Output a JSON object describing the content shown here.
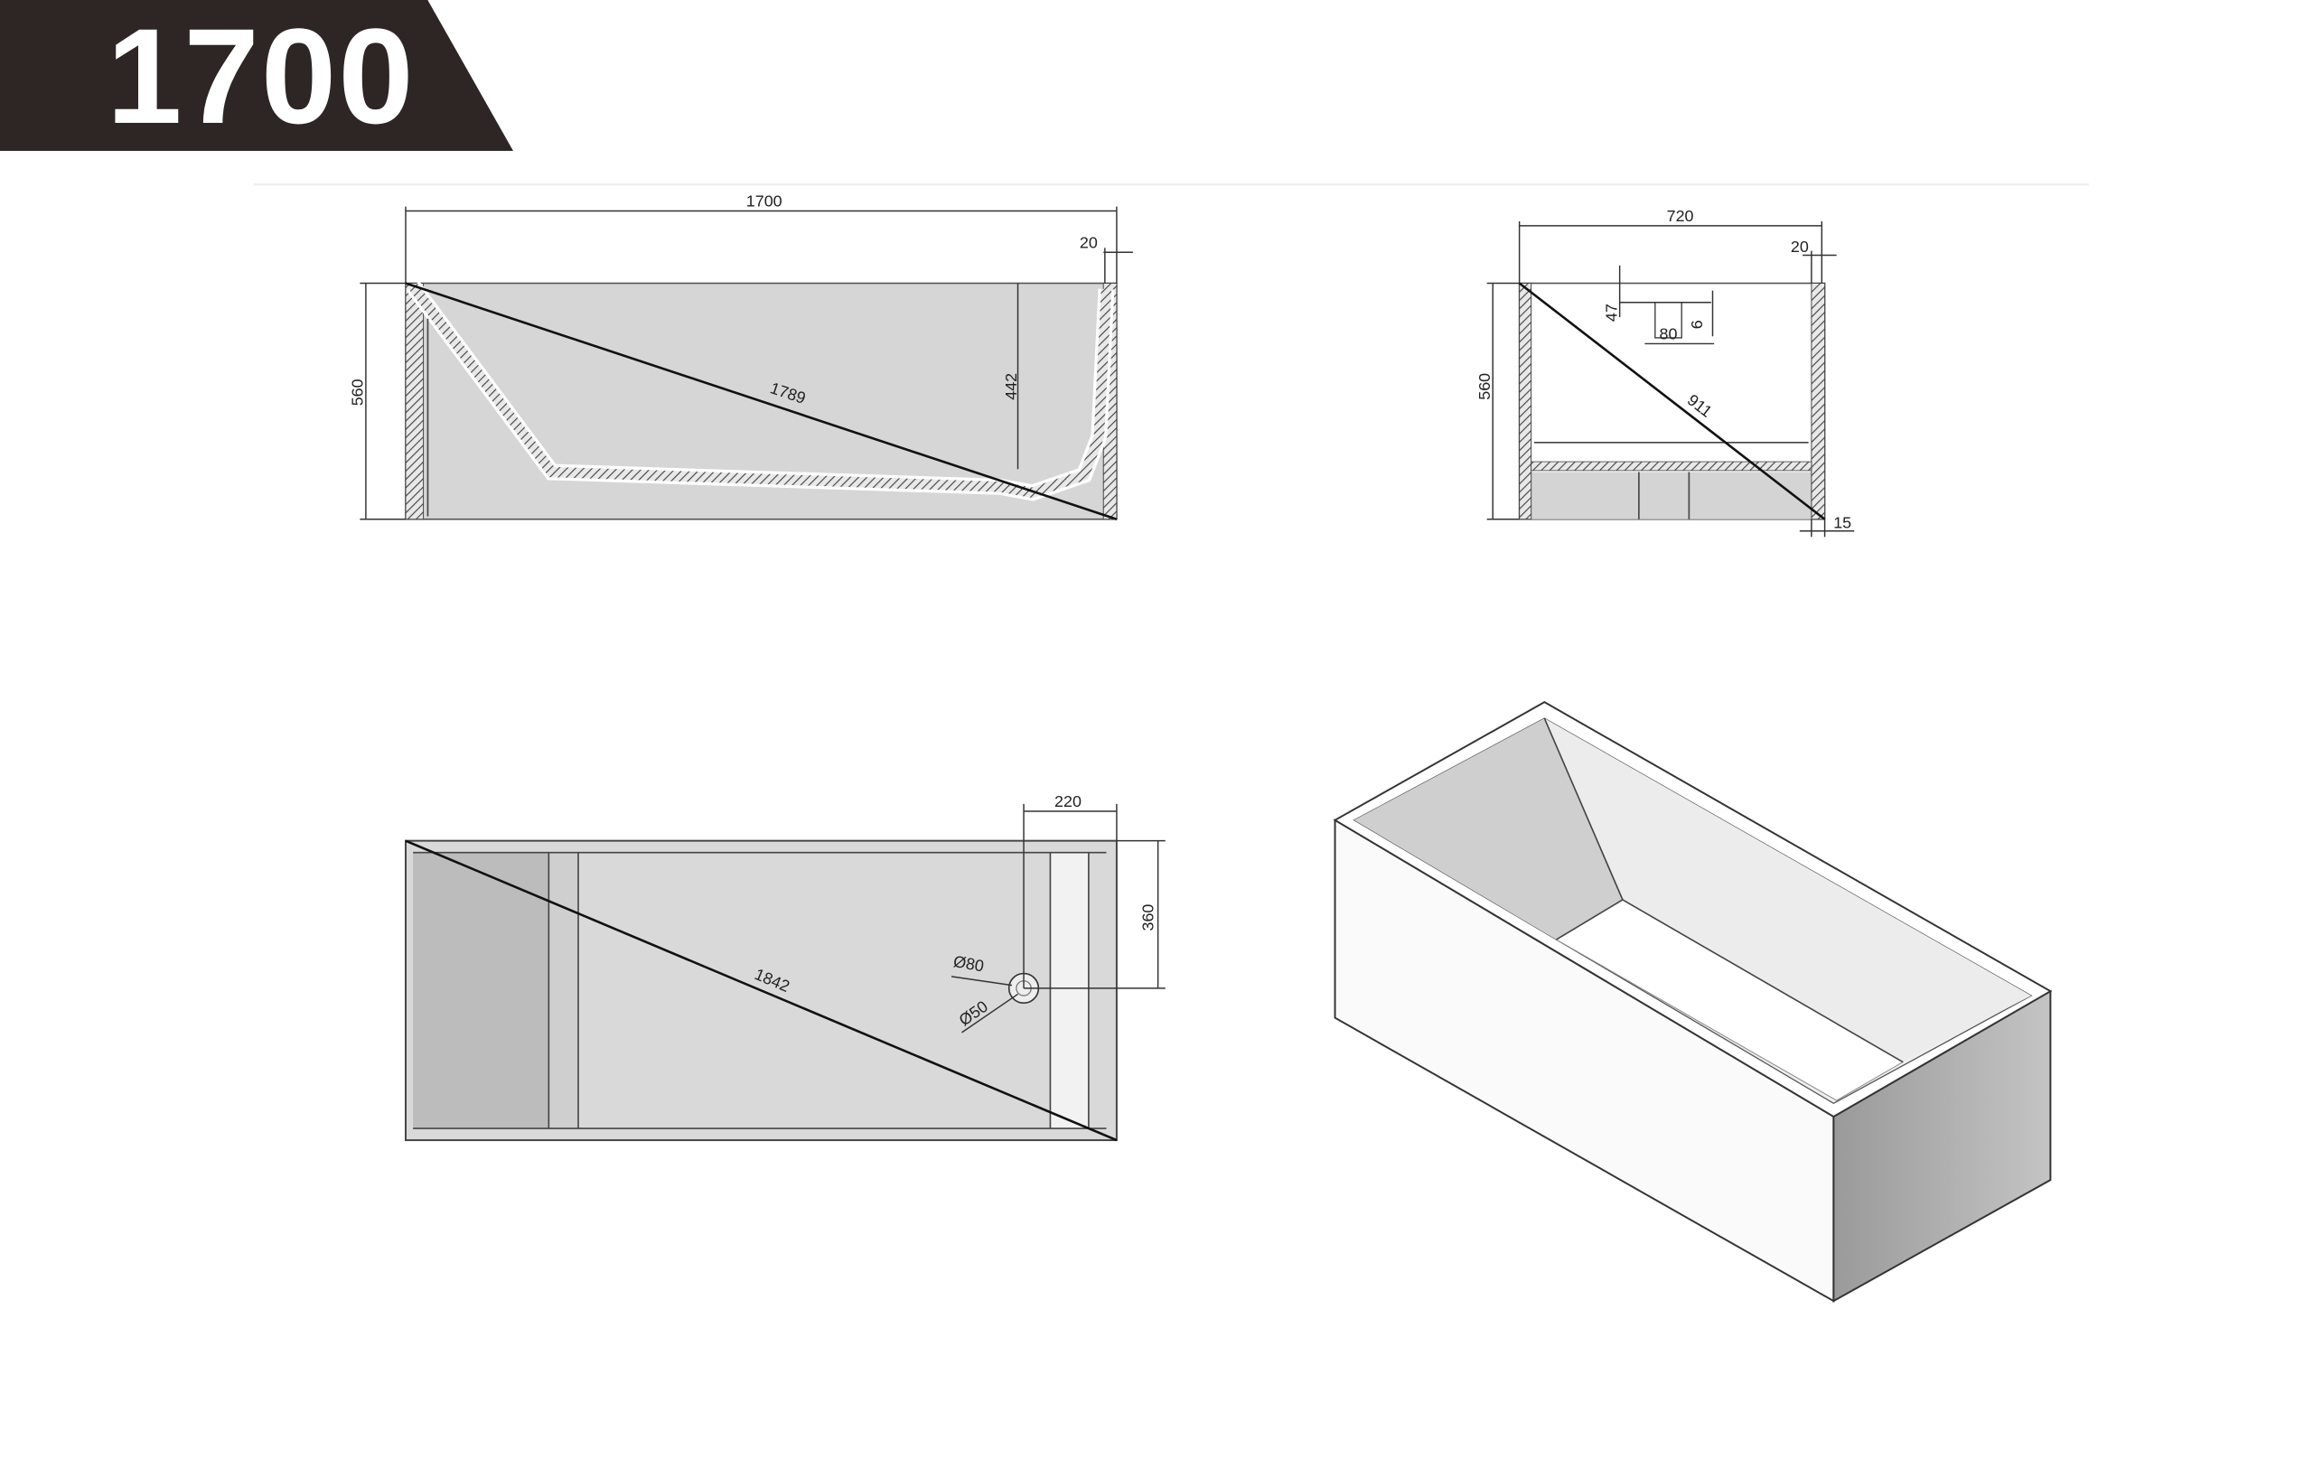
{
  "header": {
    "title": "1700",
    "banner_color": "#2d2624"
  },
  "side_view": {
    "length": "1700",
    "rim": "20",
    "height": "560",
    "depth": "442",
    "diagonal": "1789"
  },
  "end_view": {
    "width": "720",
    "rim": "20",
    "height": "560",
    "overflow_offset": "47",
    "overflow_width": "80",
    "overflow_height": "6",
    "diagonal": "911",
    "base_offset": "15"
  },
  "top_view": {
    "drain_offset_x": "220",
    "drain_offset_y": "360",
    "drain_outer": "Ø80",
    "drain_inner": "Ø50",
    "diagonal": "1842"
  }
}
